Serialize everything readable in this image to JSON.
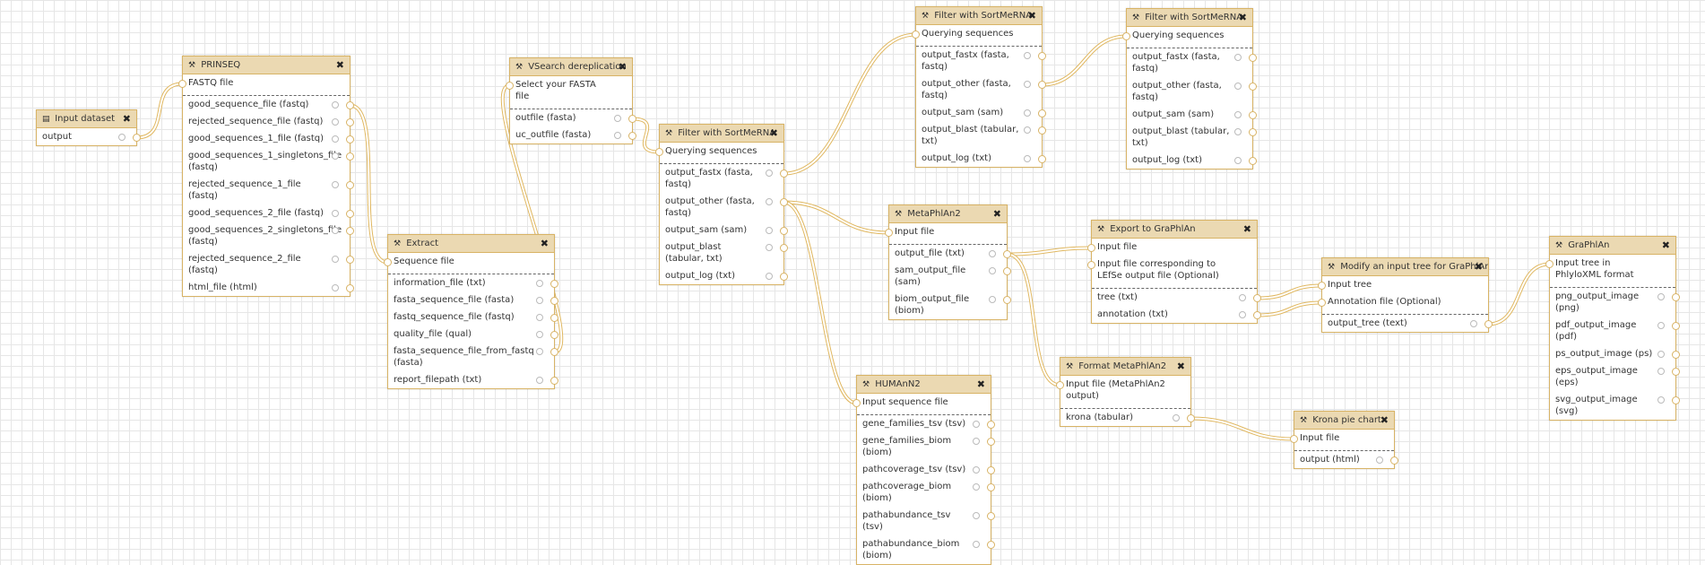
{
  "nodes": {
    "input_dataset": {
      "title": "Input dataset",
      "icon": "file-icon",
      "inputs": [],
      "outputs": [
        "output"
      ]
    },
    "prinseq": {
      "title": "PRINSEQ",
      "icon": "wrench-icon",
      "inputs": [
        "FASTQ file"
      ],
      "outputs": [
        "good_sequence_file (fastq)",
        "rejected_sequence_file (fastq)",
        "good_sequences_1_file (fastq)",
        "good_sequences_1_singletons_file (fastq)",
        "rejected_sequence_1_file (fastq)",
        "good_sequences_2_file (fastq)",
        "good_sequences_2_singletons_file (fastq)",
        "rejected_sequence_2_file (fastq)",
        "html_file (html)"
      ]
    },
    "extract": {
      "title": "Extract",
      "icon": "wrench-icon",
      "inputs": [
        "Sequence file"
      ],
      "outputs": [
        "information_file (txt)",
        "fasta_sequence_file (fasta)",
        "fastq_sequence_file (fastq)",
        "quality_file (qual)",
        "fasta_sequence_file_from_fastq (fasta)",
        "report_filepath (txt)"
      ]
    },
    "vsearch": {
      "title": "VSearch dereplication",
      "icon": "wrench-icon",
      "inputs": [
        "Select your FASTA file"
      ],
      "outputs": [
        "outfile (fasta)",
        "uc_outfile (fasta)"
      ]
    },
    "sortmerna1": {
      "title": "Filter with SortMeRNA",
      "icon": "wrench-icon",
      "inputs": [
        "Querying sequences"
      ],
      "outputs": [
        "output_fastx (fasta, fastq)",
        "output_other (fasta, fastq)",
        "output_sam (sam)",
        "output_blast (tabular, txt)",
        "output_log (txt)"
      ]
    },
    "sortmerna2": {
      "title": "Filter with SortMeRNA",
      "icon": "wrench-icon",
      "inputs": [
        "Querying sequences"
      ],
      "outputs": [
        "output_fastx (fasta, fastq)",
        "output_other (fasta, fastq)",
        "output_sam (sam)",
        "output_blast (tabular, txt)",
        "output_log (txt)"
      ]
    },
    "sortmerna3": {
      "title": "Filter with SortMeRNA",
      "icon": "wrench-icon",
      "inputs": [
        "Querying sequences"
      ],
      "outputs": [
        "output_fastx (fasta, fastq)",
        "output_other (fasta, fastq)",
        "output_sam (sam)",
        "output_blast (tabular, txt)",
        "output_log (txt)"
      ]
    },
    "metaphlan2": {
      "title": "MetaPhlAn2",
      "icon": "wrench-icon",
      "inputs": [
        "Input file"
      ],
      "outputs": [
        "output_file (txt)",
        "sam_output_file (sam)",
        "biom_output_file (biom)"
      ]
    },
    "humann2": {
      "title": "HUMAnN2",
      "icon": "wrench-icon",
      "inputs": [
        "Input sequence file"
      ],
      "outputs": [
        "gene_families_tsv (tsv)",
        "gene_families_biom (biom)",
        "pathcoverage_tsv (tsv)",
        "pathcoverage_biom (biom)",
        "pathabundance_tsv (tsv)",
        "pathabundance_biom (biom)"
      ]
    },
    "export_graphlan": {
      "title": "Export to GraPhlAn",
      "icon": "wrench-icon",
      "inputs": [
        "Input file",
        "Input file corresponding to LEfSe output file (Optional)"
      ],
      "outputs": [
        "tree (txt)",
        "annotation (txt)"
      ]
    },
    "format_metaphlan2": {
      "title": "Format MetaPhlAn2",
      "icon": "wrench-icon",
      "inputs": [
        "Input file (MetaPhlAn2 output)"
      ],
      "outputs": [
        "krona (tabular)"
      ]
    },
    "modify_tree": {
      "title": "Modify an input tree for GraPhlAn",
      "icon": "wrench-icon",
      "inputs": [
        "Input tree",
        "Annotation file (Optional)"
      ],
      "outputs": [
        "output_tree (text)"
      ]
    },
    "graphlan": {
      "title": "GraPhlAn",
      "icon": "wrench-icon",
      "inputs": [
        "Input tree in PhlyloXML format"
      ],
      "outputs": [
        "png_output_image (png)",
        "pdf_output_image (pdf)",
        "ps_output_image (ps)",
        "eps_output_image (eps)",
        "svg_output_image (svg)"
      ]
    },
    "krona": {
      "title": "Krona pie chart",
      "icon": "wrench-icon",
      "inputs": [
        "Input file"
      ],
      "outputs": [
        "output (html)"
      ]
    }
  },
  "connections": [
    [
      "input_dataset",
      "output",
      0,
      "prinseq",
      "input",
      0
    ],
    [
      "prinseq",
      "output",
      0,
      "extract",
      "input",
      0
    ],
    [
      "extract",
      "output",
      4,
      "vsearch",
      "input",
      0
    ],
    [
      "vsearch",
      "output",
      0,
      "sortmerna1",
      "input",
      0
    ],
    [
      "sortmerna1",
      "output",
      0,
      "sortmerna2",
      "input",
      0
    ],
    [
      "sortmerna2",
      "output",
      1,
      "sortmerna3",
      "input",
      0
    ],
    [
      "sortmerna1",
      "output",
      1,
      "metaphlan2",
      "input",
      0
    ],
    [
      "sortmerna1",
      "output",
      1,
      "humann2",
      "input",
      0
    ],
    [
      "metaphlan2",
      "output",
      0,
      "export_graphlan",
      "input",
      0
    ],
    [
      "metaphlan2",
      "output",
      0,
      "format_metaphlan2",
      "input",
      0
    ],
    [
      "export_graphlan",
      "output",
      0,
      "modify_tree",
      "input",
      0
    ],
    [
      "export_graphlan",
      "output",
      1,
      "modify_tree",
      "input",
      1
    ],
    [
      "modify_tree",
      "output",
      0,
      "graphlan",
      "input",
      0
    ],
    [
      "format_metaphlan2",
      "output",
      0,
      "krona",
      "input",
      0
    ]
  ],
  "colors": {
    "accent": "#d8b365",
    "title_bg": "#ebd9b2",
    "wire": "#e0b862"
  }
}
